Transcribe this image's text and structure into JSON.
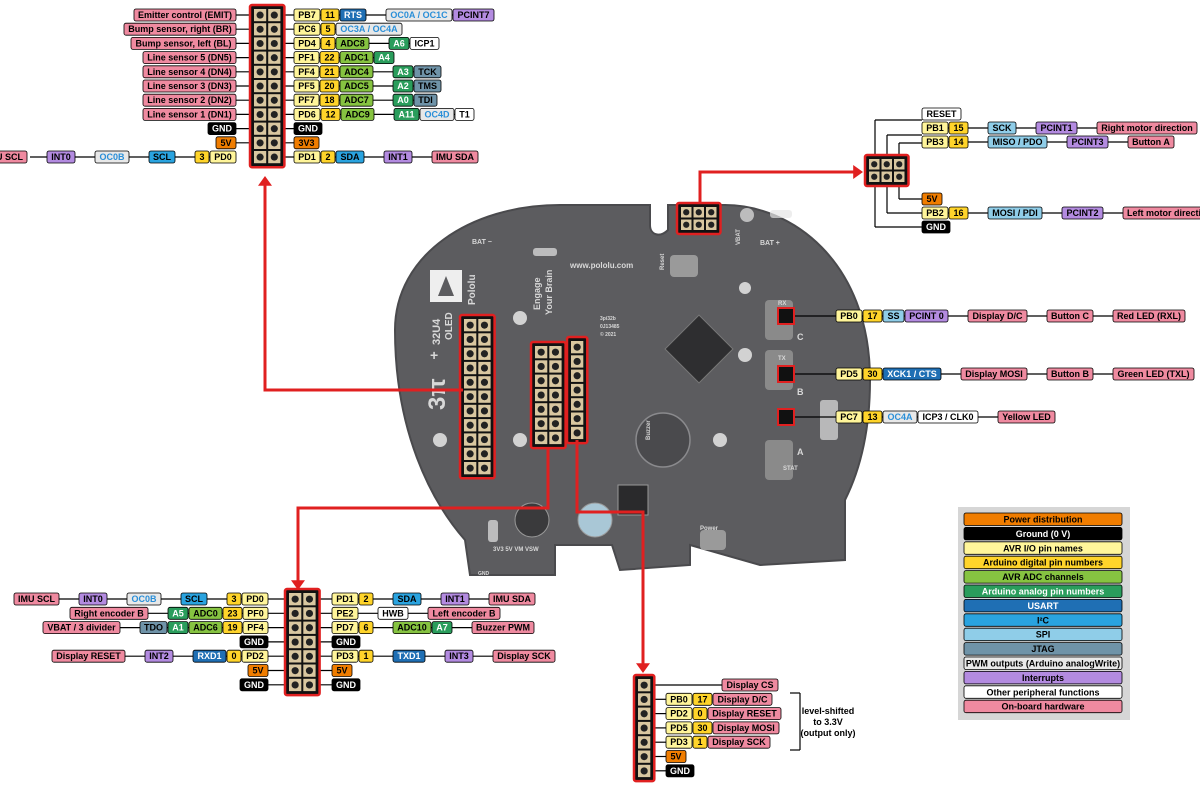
{
  "colors": {
    "Power distribution": "#f07d00",
    "Ground (0 V)": "#000000",
    "AVR I/O pin names": "#fff59a",
    "Arduino digital pin numbers": "#ffd42a",
    "AVR ADC channels": "#86c341",
    "Arduino analog pin numbers": "#2a9d5c",
    "USART": "#1f6fb4",
    "I²C": "#2aa3df",
    "SPI": "#8fcde8",
    "JTAG": "#6f93a8",
    "PWM outputs (Arduino analogWrite)": "#e8e8e8",
    "Interrupts": "#b38be0",
    "Other peripheral functions": "#ffffff",
    "On-board hardware": "#ef8aa0"
  },
  "board": {
    "url": "www.pololu.com",
    "slogan1": "Engage",
    "slogan2": "Your Brain",
    "logo": "Pololu",
    "model": "32U4",
    "oled": "OLED",
    "pi": "3π",
    "plus": "+",
    "bat_minus": "BAT −",
    "bat_plus": "BAT +",
    "vbat": "VBAT",
    "reset": "Reset",
    "buzzer": "Buzzer",
    "power": "Power",
    "stat": "STAT",
    "rx": "RX",
    "tx": "TX",
    "c": "C",
    "b": "B",
    "a": "A",
    "pcb": "3pi32b",
    "pcb2": "0J13485",
    "year": "© 2021",
    "bottom_row": "3V3  5V  VM  VSW",
    "gnd": "GND"
  },
  "legend": {
    "title": "",
    "items": [
      {
        "text": "Power distribution",
        "key": "Power distribution"
      },
      {
        "text": "Ground (0 V)",
        "key": "Ground (0 V)"
      },
      {
        "text": "AVR I/O pin names",
        "key": "AVR I/O pin names"
      },
      {
        "text": "Arduino digital pin numbers",
        "key": "Arduino digital pin numbers"
      },
      {
        "text": "AVR ADC channels",
        "key": "AVR ADC channels"
      },
      {
        "text": "Arduino analog pin numbers",
        "key": "Arduino analog pin numbers"
      },
      {
        "text": "USART",
        "key": "USART"
      },
      {
        "text": "I²C",
        "key": "I²C"
      },
      {
        "text": "SPI",
        "key": "SPI"
      },
      {
        "text": "JTAG",
        "key": "JTAG"
      },
      {
        "text": "PWM outputs (Arduino analogWrite)",
        "key": "PWM outputs (Arduino analogWrite)"
      },
      {
        "text": "Interrupts",
        "key": "Interrupts"
      },
      {
        "text": "Other peripheral functions",
        "key": "Other peripheral functions"
      },
      {
        "text": "On-board hardware",
        "key": "On-board hardware"
      }
    ]
  },
  "top_header": {
    "left": [
      {
        "hw": "Emitter control (EMIT)"
      },
      {
        "hw": "Bump sensor, right (BR)"
      },
      {
        "hw": "Bump sensor, left (BL)"
      },
      {
        "hw": "Line sensor 5 (DN5)"
      },
      {
        "hw": "Line sensor 4 (DN4)"
      },
      {
        "hw": "Line sensor 3 (DN3)"
      },
      {
        "hw": "Line sensor 2 (DN2)"
      },
      {
        "hw": "Line sensor 1 (DN1)"
      },
      {
        "special": "GND"
      },
      {
        "special": "5V"
      },
      {
        "chain": [
          "IMU SCL",
          "INT0",
          "OC0B",
          "SCL",
          "3",
          "PD0"
        ]
      }
    ],
    "right": [
      [
        "PB7",
        "11",
        "RTS",
        "OC0A / OC1C",
        "PCINT7"
      ],
      [
        "PC6",
        "5",
        "OC3A / OC4A"
      ],
      [
        "PD4",
        "4",
        "ADC8",
        "A6",
        "ICP1"
      ],
      [
        "PF1",
        "22",
        "ADC1",
        "A4"
      ],
      [
        "PF4",
        "21",
        "ADC4",
        "A3",
        "TCK"
      ],
      [
        "PF5",
        "20",
        "ADC5",
        "A2",
        "TMS"
      ],
      [
        "PF7",
        "18",
        "ADC7",
        "A0",
        "TDI"
      ],
      [
        "PD6",
        "12",
        "ADC9",
        "A11",
        "OC4D",
        "T1"
      ],
      [
        "GND"
      ],
      [
        "3V3"
      ],
      [
        "PD1",
        "2",
        "SDA",
        "INT1",
        "IMU SDA"
      ]
    ]
  },
  "isp": {
    "reset": "RESET",
    "row1": [
      "PB1",
      "15",
      "SCK",
      "PCINT1",
      "Right motor direction"
    ],
    "row2": [
      "PB3",
      "14",
      "MISO / PDO",
      "PCINT3",
      "Button A"
    ],
    "fivev": "5V",
    "row3": [
      "PB2",
      "16",
      "MOSI / PDI",
      "PCINT2",
      "Left motor direction"
    ],
    "gnd": "GND"
  },
  "right_side": [
    [
      "PB0",
      "17",
      "SS",
      "PCINT 0",
      "Display D/C",
      "Button C",
      "Red LED (RXL)"
    ],
    [
      "PD5",
      "30",
      "XCK1 / CTS",
      "Display MOSI",
      "Button B",
      "Green LED (TXL)"
    ],
    [
      "PC7",
      "13",
      "OC4A",
      "ICP3 / CLK0",
      "Yellow LED"
    ]
  ],
  "bottom_header": {
    "left": [
      [
        "IMU SCL",
        "INT0",
        "OC0B",
        "SCL",
        "3",
        "PD0"
      ],
      [
        "Right encoder B",
        "A5",
        "ADC0",
        "23",
        "PF0"
      ],
      [
        "VBAT / 3 divider",
        "TDO",
        "A1",
        "ADC6",
        "19",
        "PF4"
      ],
      [
        "GND"
      ],
      [
        "Display RESET",
        "INT2",
        "RXD1",
        "0",
        "PD2"
      ],
      [
        "5V"
      ],
      [
        "GND"
      ]
    ],
    "right": [
      [
        "PD1",
        "2",
        "SDA",
        "INT1",
        "IMU SDA"
      ],
      [
        "PE2",
        "HWB",
        "Left encoder B"
      ],
      [
        "PD7",
        "6",
        "ADC10",
        "A7",
        "Buzzer PWM"
      ],
      [
        "GND"
      ],
      [
        "PD3",
        "1",
        "TXD1",
        "INT3",
        "Display SCK"
      ],
      [
        "5V"
      ],
      [
        "GND"
      ]
    ]
  },
  "display_header": {
    "rows": [
      [
        "Display CS"
      ],
      [
        "PB0",
        "17",
        "Display D/C"
      ],
      [
        "PD2",
        "0",
        "Display RESET"
      ],
      [
        "PD5",
        "30",
        "Display MOSI"
      ],
      [
        "PD3",
        "1",
        "Display SCK"
      ],
      [
        "5V"
      ],
      [
        "GND"
      ]
    ],
    "note1": "level-shifted",
    "note2": "to 3.3V",
    "note3": "(output only)"
  }
}
